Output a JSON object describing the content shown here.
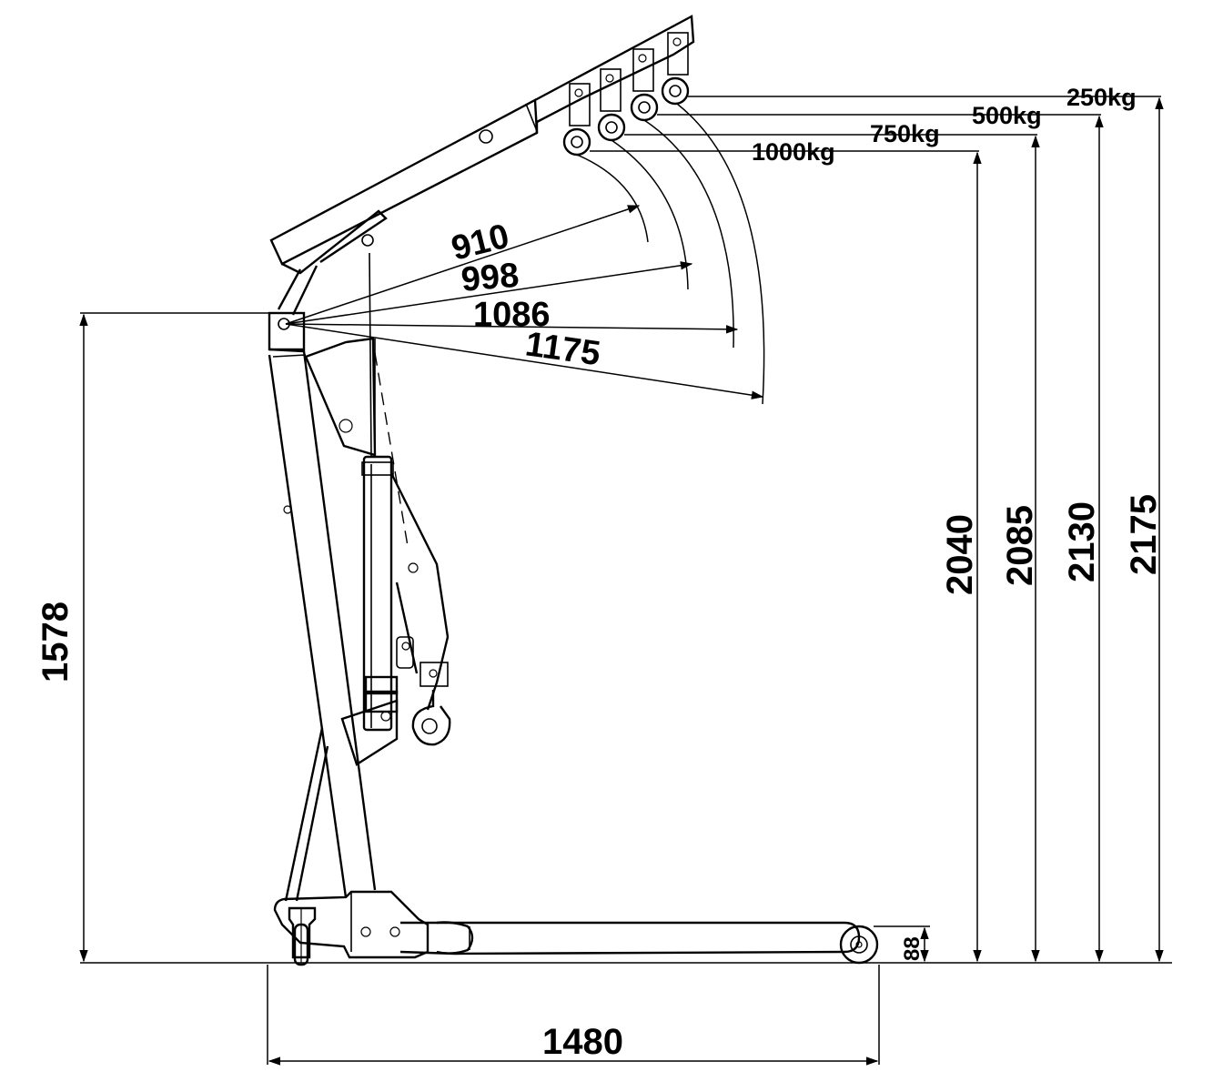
{
  "drawing": {
    "height_dims": [
      "1578",
      "2040",
      "2085",
      "2130",
      "2175"
    ],
    "reach_dims": [
      "910",
      "998",
      "1086",
      "1175"
    ],
    "loads": [
      "250kg",
      "500kg",
      "750kg",
      "1000kg"
    ],
    "base_length": "1480",
    "wheel_height": "88"
  }
}
